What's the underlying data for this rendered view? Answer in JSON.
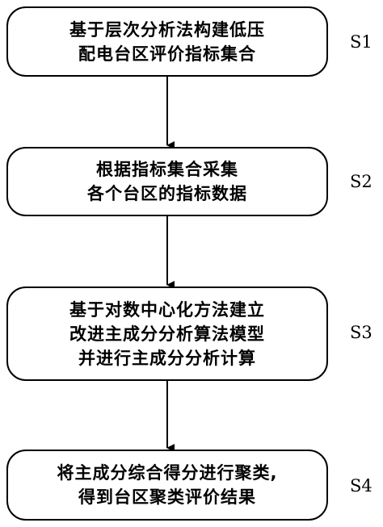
{
  "steps": [
    {
      "id": "S1",
      "lines": [
        "基于层次分析法构建低压",
        "配电台区评价指标集合"
      ]
    },
    {
      "id": "S2",
      "lines": [
        "根据指标集合采集",
        "各个台区的指标数据"
      ]
    },
    {
      "id": "S3",
      "lines": [
        "基于对数中心化方法建立",
        "改进主成分分析算法模型",
        "并进行主成分分析计算"
      ]
    },
    {
      "id": "S4",
      "lines": [
        "将主成分综合得分进行聚类,",
        "得到台区聚类评价结果"
      ]
    }
  ]
}
